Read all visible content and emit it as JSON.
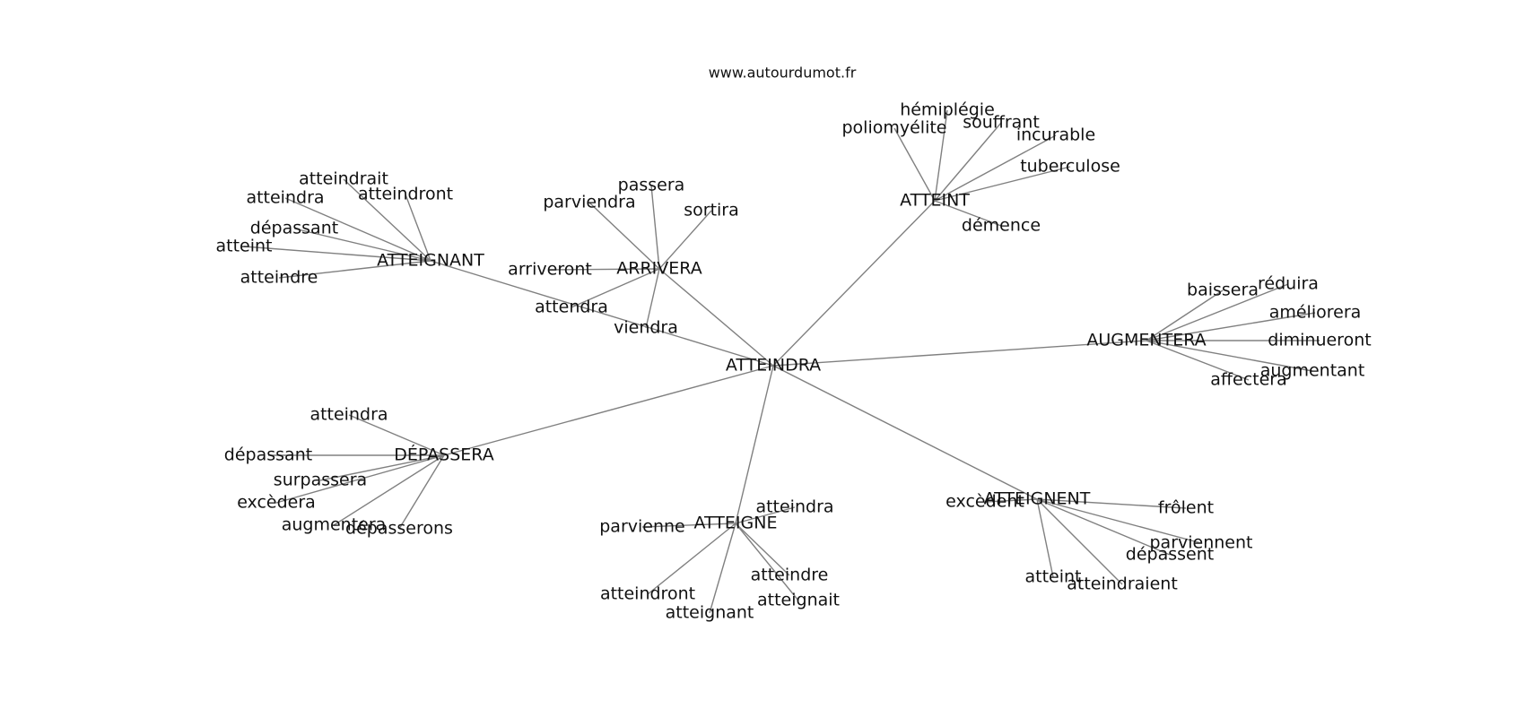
{
  "header": {
    "site": "www.autourdumot.fr"
  },
  "style": {
    "edge_color": "#808080",
    "text_color": "#111111",
    "background": "#ffffff"
  },
  "graph": {
    "center": "ATTEINDRA",
    "clusters": [
      {
        "hub": "ARRIVERA",
        "leaves": [
          "passera",
          "parviendra",
          "sortira",
          "arriveront",
          "attendra",
          "viendra"
        ]
      },
      {
        "hub": "ATTEIGNANT",
        "leaves": [
          "atteindrait",
          "atteindra",
          "atteindront",
          "dépassant",
          "atteint",
          "atteindre"
        ]
      },
      {
        "hub": "ATTEINT",
        "leaves": [
          "hémiplégie",
          "poliomyélite",
          "souffrant",
          "incurable",
          "tuberculose",
          "démence"
        ]
      },
      {
        "hub": "AUGMENTERA",
        "leaves": [
          "baissera",
          "réduira",
          "améliorera",
          "diminueront",
          "augmentant",
          "affectera"
        ]
      },
      {
        "hub": "DÉPASSERA",
        "leaves": [
          "atteindra",
          "dépassant",
          "surpassera",
          "excèdera",
          "augmentera",
          "dépasserons"
        ]
      },
      {
        "hub": "ATTEIGNE",
        "leaves": [
          "atteindra",
          "parvienne",
          "atteindre",
          "atteindront",
          "atteignait",
          "atteignant"
        ]
      },
      {
        "hub": "ATTEIGNENT",
        "leaves": [
          "excèdent",
          "frôlent",
          "parviennent",
          "dépassent",
          "atteint",
          "atteindraient"
        ]
      }
    ]
  }
}
